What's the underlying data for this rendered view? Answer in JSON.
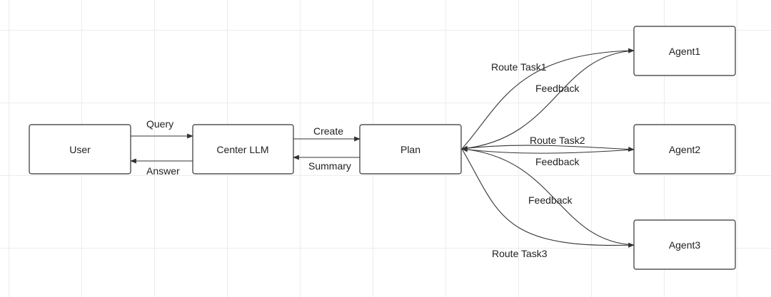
{
  "nodes": {
    "user": "User",
    "center_llm": "Center LLM",
    "plan": "Plan",
    "agent1": "Agent1",
    "agent2": "Agent2",
    "agent3": "Agent3"
  },
  "edges": {
    "query": "Query",
    "answer": "Answer",
    "create": "Create",
    "summary": "Summary",
    "route_task1": "Route Task1",
    "feedback1": "Feedback",
    "route_task2": "Route Task2",
    "feedback2": "Feedback",
    "route_task3": "Route Task3",
    "feedback3": "Feedback"
  },
  "colors": {
    "stroke": "#333333",
    "grid": "#ececec",
    "background": "#ffffff"
  }
}
